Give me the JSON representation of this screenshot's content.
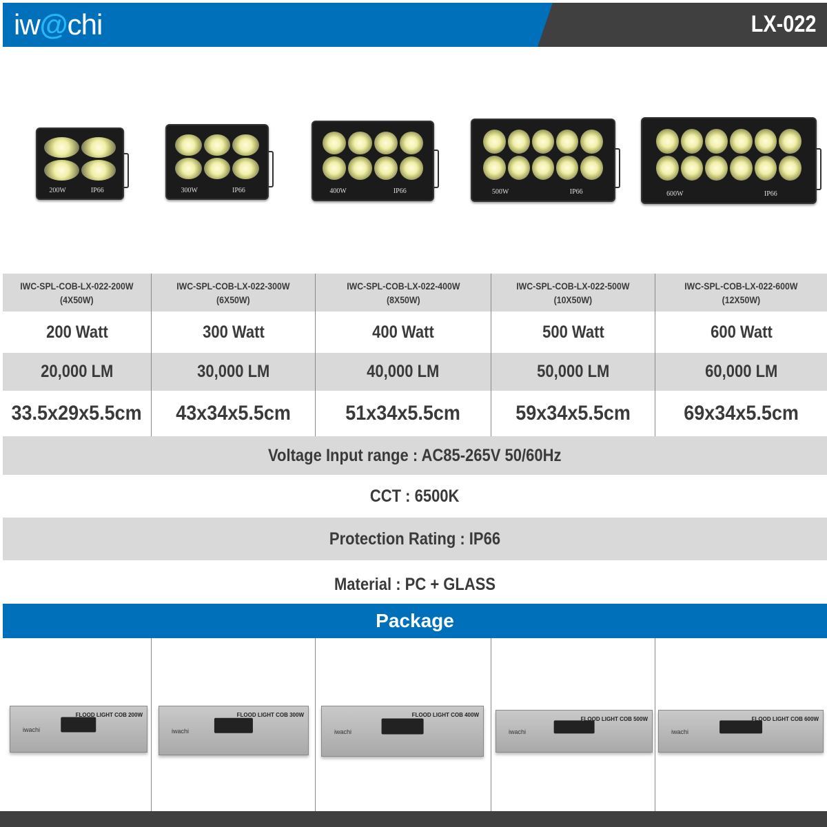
{
  "header": {
    "logo": "iwachi",
    "model": "LX-022",
    "brand_color": "#0070bb",
    "dark_color": "#404040"
  },
  "lamps": [
    {
      "watt_label": "200W",
      "ip_label": "IP66",
      "leds": 4,
      "cols": 2
    },
    {
      "watt_label": "300W",
      "ip_label": "IP66",
      "leds": 6,
      "cols": 3
    },
    {
      "watt_label": "400W",
      "ip_label": "IP66",
      "leds": 8,
      "cols": 4
    },
    {
      "watt_label": "500W",
      "ip_label": "IP66",
      "leds": 10,
      "cols": 5
    },
    {
      "watt_label": "600W",
      "ip_label": "IP66",
      "leds": 12,
      "cols": 6
    }
  ],
  "table": {
    "codes": [
      {
        "code": "IWC-SPL-COB-LX-022-200W",
        "config": "(4X50W)"
      },
      {
        "code": "IWC-SPL-COB-LX-022-300W",
        "config": "(6X50W)"
      },
      {
        "code": "IWC-SPL-COB-LX-022-400W",
        "config": "(8X50W)"
      },
      {
        "code": "IWC-SPL-COB-LX-022-500W",
        "config": "(10X50W)"
      },
      {
        "code": "IWC-SPL-COB-LX-022-600W",
        "config": "(12X50W)"
      }
    ],
    "watts": [
      "200 Watt",
      "300 Watt",
      "400 Watt",
      "500 Watt",
      "600 Watt"
    ],
    "lumens": [
      "20,000 LM",
      "30,000 LM",
      "40,000 LM",
      "50,000 LM",
      "60,000 LM"
    ],
    "dimensions": [
      "33.5x29x5.5cm",
      "43x34x5.5cm",
      "51x34x5.5cm",
      "59x34x5.5cm",
      "69x34x5.5cm"
    ]
  },
  "specs": {
    "voltage": "Voltage Input range : AC85-265V 50/60Hz",
    "cct": "CCT :  6500K",
    "protection": "Protection Rating : IP66",
    "material": "Material : PC + GLASS"
  },
  "package": {
    "title": "Package",
    "boxes": [
      {
        "label": "FLOOD LIGHT COB 200W",
        "brand": "iwachi"
      },
      {
        "label": "FLOOD LIGHT COB 300W",
        "brand": "iwachi"
      },
      {
        "label": "FLOOD LIGHT COB 400W",
        "brand": "iwachi"
      },
      {
        "label": "FLOOD LIGHT COB 500W",
        "brand": "iwachi"
      },
      {
        "label": "FLOOD LIGHT COB 600W",
        "brand": "iwachi"
      }
    ]
  }
}
